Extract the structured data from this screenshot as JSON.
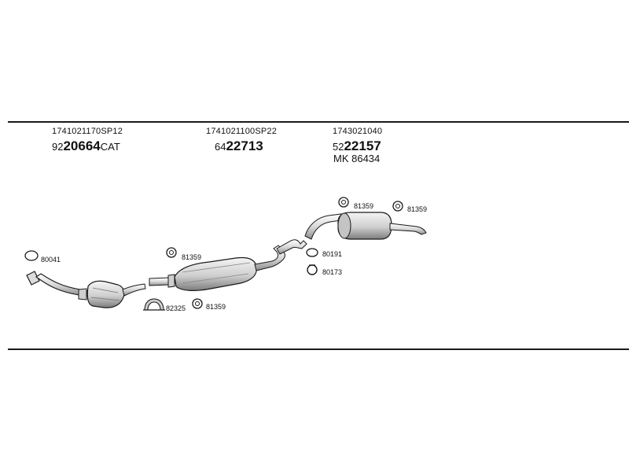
{
  "references": [
    {
      "code": "1741021170SP12",
      "prefix": "92",
      "main": "20664",
      "suffix": "CAT"
    },
    {
      "code": "1741021100SP22",
      "prefix": "64",
      "main": "22713",
      "suffix": ""
    },
    {
      "code": "1743021040",
      "prefix": "52",
      "main": "22157",
      "suffix": "",
      "extra": "MK  86434"
    }
  ],
  "parts": {
    "gasket_front": "80041",
    "clamp_81359_a": "81359",
    "clamp_81359_b": "81359",
    "clamp_81359_c": "81359",
    "clamp_81359_d": "81359",
    "bracket": "82325",
    "ring_80191": "80191",
    "ring_80173": "80173"
  },
  "colors": {
    "line": "#1a1a1a",
    "part_fill": "#e6e6e6",
    "part_shade": "#9a9a9a"
  }
}
